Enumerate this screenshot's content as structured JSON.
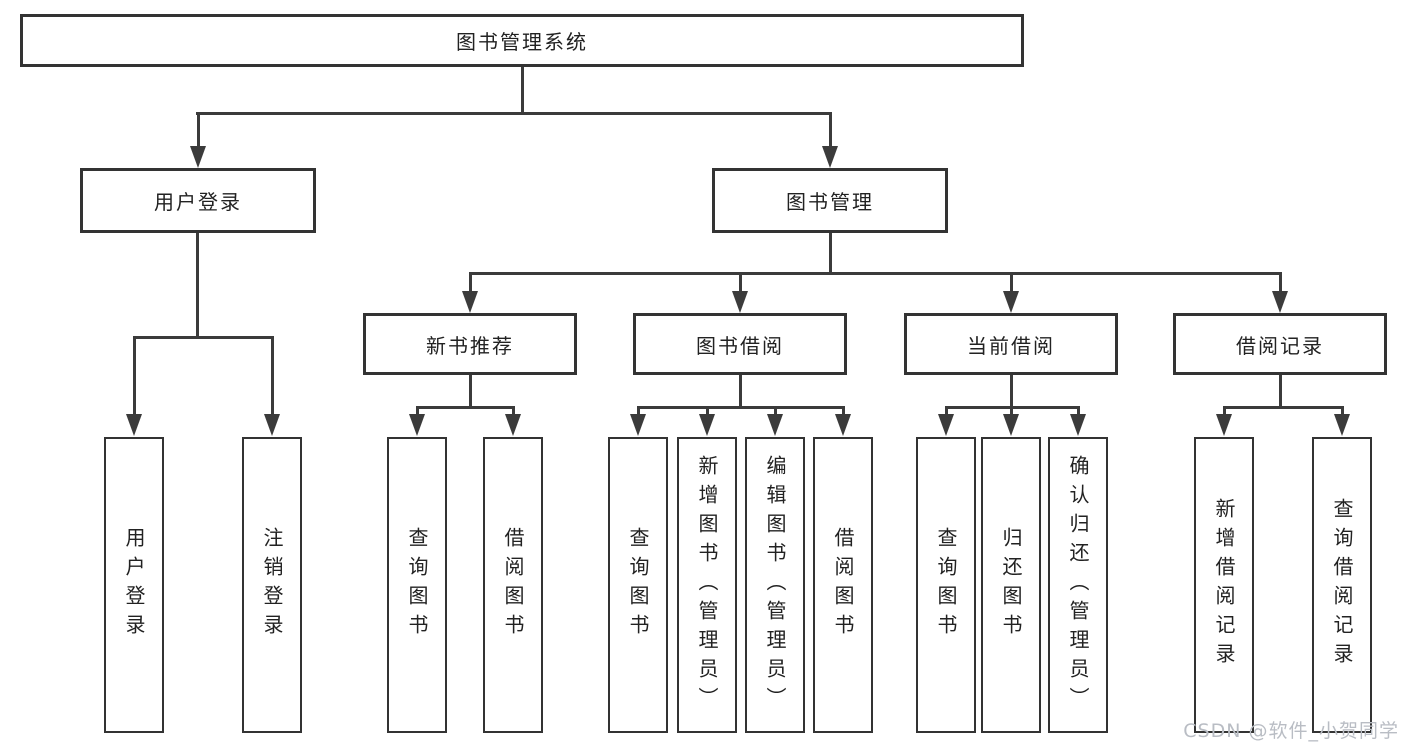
{
  "tree": {
    "label": "图书管理系统",
    "children": [
      {
        "label": "用户登录",
        "children": [
          {
            "label": "用户登录"
          },
          {
            "label": "注销登录"
          }
        ]
      },
      {
        "label": "图书管理",
        "children": [
          {
            "label": "新书推荐",
            "children": [
              {
                "label": "查询图书"
              },
              {
                "label": "借阅图书"
              }
            ]
          },
          {
            "label": "图书借阅",
            "children": [
              {
                "label": "查询图书"
              },
              {
                "label": "新增图书（管理员）"
              },
              {
                "label": "编辑图书（管理员）"
              },
              {
                "label": "借阅图书"
              }
            ]
          },
          {
            "label": "当前借阅",
            "children": [
              {
                "label": "查询图书"
              },
              {
                "label": "归还图书"
              },
              {
                "label": "确认归还（管理员）"
              }
            ]
          },
          {
            "label": "借阅记录",
            "children": [
              {
                "label": "新增借阅记录"
              },
              {
                "label": "查询借阅记录"
              }
            ]
          }
        ]
      }
    ]
  },
  "watermark": "CSDN @软件_小贺同学",
  "colors": {
    "line": "#3b3b3b",
    "box_border": "#333333",
    "text": "#222222",
    "watermark": "#b9bdc4",
    "background": "#ffffff"
  }
}
